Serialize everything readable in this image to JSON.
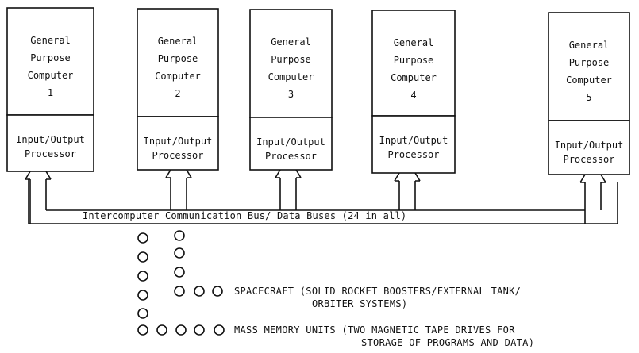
{
  "units": [
    {
      "computer": [
        "General",
        "Purpose",
        "Computer",
        "1"
      ],
      "iop": [
        "Input/Output",
        "Processor"
      ]
    },
    {
      "computer": [
        "General",
        "Purpose",
        "Computer",
        "2"
      ],
      "iop": [
        "Input/Output",
        "Processor"
      ]
    },
    {
      "computer": [
        "General",
        "Purpose",
        "Computer",
        "3"
      ],
      "iop": [
        "Input/Output",
        "Processor"
      ]
    },
    {
      "computer": [
        "General",
        "Purpose",
        "Computer",
        "4"
      ],
      "iop": [
        "Input/Output",
        "Processor"
      ]
    },
    {
      "computer": [
        "General",
        "Purpose",
        "Computer",
        "5"
      ],
      "iop": [
        "Input/Output",
        "Processor"
      ]
    }
  ],
  "bus": {
    "label": "Intercomputer Communication Bus/ Data Buses (24 in all)"
  },
  "legend": {
    "spacecraft_line1": "SPACECRAFT (SOLID ROCKET BOOSTERS/EXTERNAL TANK/",
    "spacecraft_line2": "ORBITER SYSTEMS)",
    "mmu_line1": "MASS MEMORY UNITS (TWO MAGNETIC TAPE DRIVES FOR",
    "mmu_line2": "STORAGE OF PROGRAMS AND DATA)"
  },
  "colors": {
    "ink": "#111111",
    "paper": "#ffffff"
  }
}
